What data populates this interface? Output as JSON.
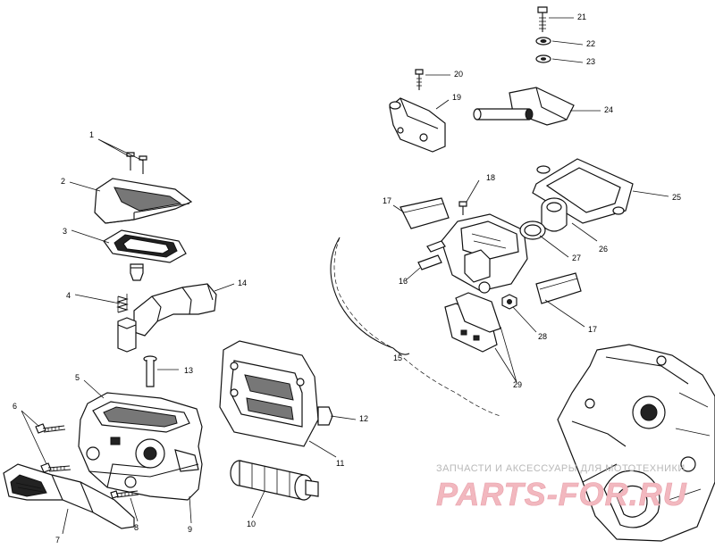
{
  "labels": [
    "1",
    "2",
    "3",
    "4",
    "5",
    "6",
    "7",
    "8",
    "9",
    "10",
    "11",
    "12",
    "13",
    "14",
    "15",
    "16",
    "16",
    "17",
    "17",
    "18",
    "19",
    "20",
    "21",
    "22",
    "23",
    "24",
    "25",
    "26",
    "27",
    "28",
    "29"
  ],
  "watermark": {
    "text": "ЗАПЧАСТИ И АКСЕССУАРЫ ДЛЯ МОТОТЕХНИКИ",
    "logo": "PARTS-FOR.RU"
  }
}
